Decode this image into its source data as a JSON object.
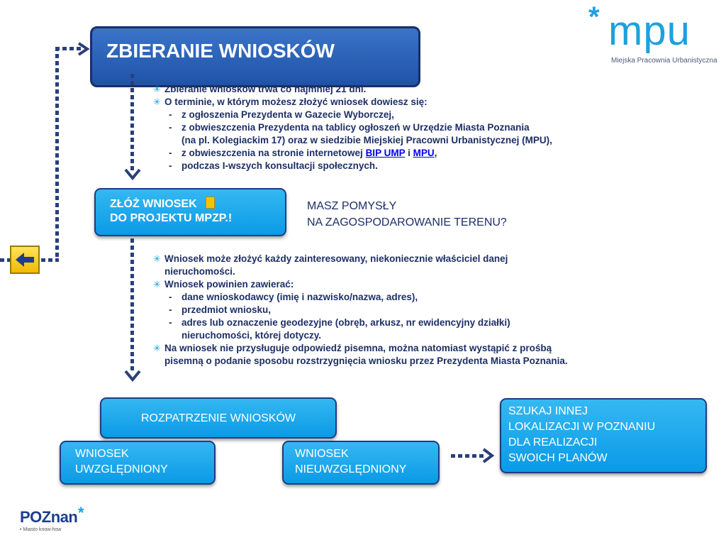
{
  "logo_mpu": {
    "brand": "mpu",
    "subtitle": "Miejska Pracownia Urbanistyczna"
  },
  "title": "ZBIERANIE WNIOSKÓW",
  "section1": {
    "b1": "Zbieranie wniosków trwa co najmniej 21 dni.",
    "b2": "O terminie, w którym możesz złożyć wniosek dowiesz się:",
    "s1": "z ogłoszenia Prezydenta w Gazecie Wyborczej,",
    "s2": "z obwieszczenia Prezydenta na tablicy ogłoszeń w Urzędzie Miasta Poznania",
    "s2b": "(na pl. Kolegiackim 17) oraz w siedzibie Miejskiej Pracowni Urbanistycznej (MPU),",
    "s3_pre": "z obwieszczenia na stronie internetowej ",
    "s3_link1": "BIP UMP",
    "s3_mid": " i ",
    "s3_link2": "MPU",
    "s3_post": ",",
    "s4": "podczas I-wszych konsultacji społecznych."
  },
  "zloz": {
    "line1": "ZŁÓŻ WNIOSEK",
    "line2": "DO PROJEKTU MPZP.!"
  },
  "question": {
    "line1": "MASZ POMYSŁY",
    "line2": "NA ZAGOSPODAROWANIE TERENU?"
  },
  "section2": {
    "b1": "Wniosek może złożyć każdy zainteresowany, niekoniecznie właściciel danej",
    "b1b": "nieruchomości.",
    "b2": "Wniosek powinien zawierać:",
    "s1": "dane wnioskodawcy (imię i nazwisko/nazwa, adres),",
    "s2": "przedmiot wniosku,",
    "s3": "adres lub oznaczenie geodezyjne (obręb, arkusz, nr ewidencyjny działki)",
    "s3b": "nieruchomości, której dotyczy.",
    "b3": "Na wniosek nie przysługuje odpowiedź pisemna, można natomiast wystąpić z prośbą",
    "b3b": "pisemną o podanie sposobu rozstrzygnięcia wniosku przez Prezydenta Miasta Poznania."
  },
  "rozpatrzenie": "ROZPATRZENIE WNIOSKÓW",
  "uwzgledniony": {
    "line1": "WNIOSEK",
    "line2": "UWZGLĘDNIONY"
  },
  "nieuwzgledniony": {
    "line1": "WNIOSEK",
    "line2": "NIEUWZGLĘDNIONY"
  },
  "szukaj": {
    "l1": "SZUKAJ INNEJ",
    "l2": "LOKALIZACJI W POZNANIU",
    "l3": "DLA REALIZACJI",
    "l4": "SWOICH PLANÓW"
  },
  "logo_poznan": {
    "brand": "POZnan",
    "tagline": "• Miasto know-how"
  },
  "colors": {
    "accent": "#1ea0df",
    "navy": "#1d2f66",
    "title_bg": "#2a62b8",
    "box_bg": "#1aa9ee"
  },
  "icons": {
    "back": "arrow-left-icon",
    "document": "document-icon",
    "bullet": "asterisk-bullet-icon"
  }
}
